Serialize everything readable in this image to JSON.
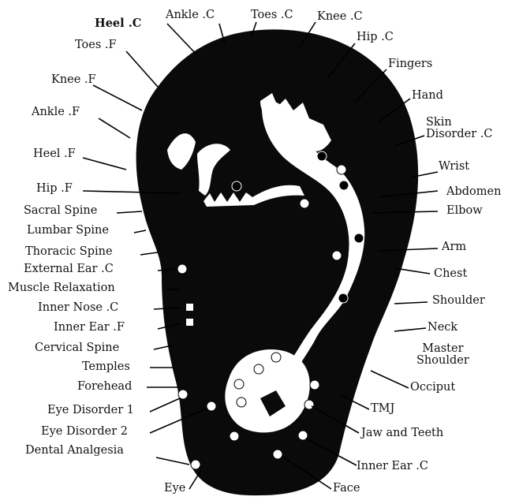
{
  "labels": {
    "heel_c": "Heel .C",
    "ankle_c": "Ankle .C",
    "toes_c": "Toes .C",
    "knee_c": "Knee .C",
    "toes_f": "Toes .F",
    "hip_c": "Hip .C",
    "fingers": "Fingers",
    "knee_f": "Knee .F",
    "hand": "Hand",
    "ankle_f": "Ankle .F",
    "skin_disorder_c": "Skin\nDisorder .C",
    "heel_f": "Heel .F",
    "wrist": "Wrist",
    "hip_f": "Hip .F",
    "abdomen": "Abdomen",
    "sacral_spine": "Sacral Spine",
    "elbow": "Elbow",
    "lumbar_spine": "Lumbar Spine",
    "thoracic_spine": "Thoracic Spine",
    "arm": "Arm",
    "external_ear_c": "External Ear .C",
    "chest": "Chest",
    "muscle_relaxation": "Muscle Relaxation",
    "inner_nose_c": "Inner Nose .C",
    "shoulder": "Shoulder",
    "inner_ear_f": "Inner Ear .F",
    "neck": "Neck",
    "cervical_spine": "Cervical Spine",
    "master_shoulder": "Master\nShoulder",
    "temples": "Temples",
    "forehead": "Forehead",
    "occiput": "Occiput",
    "eye_disorder_1": "Eye Disorder 1",
    "tmj": "TMJ",
    "eye_disorder_2": "Eye Disorder 2",
    "jaw_and_teeth": "Jaw and Teeth",
    "dental_analgesia": "Dental Analgesia",
    "inner_ear_c": "Inner Ear .C",
    "eye": "Eye",
    "face": "Face"
  },
  "colors": {
    "ear_fill": "#0a0a0a",
    "line": "#000000",
    "zone": "#ffffff"
  }
}
